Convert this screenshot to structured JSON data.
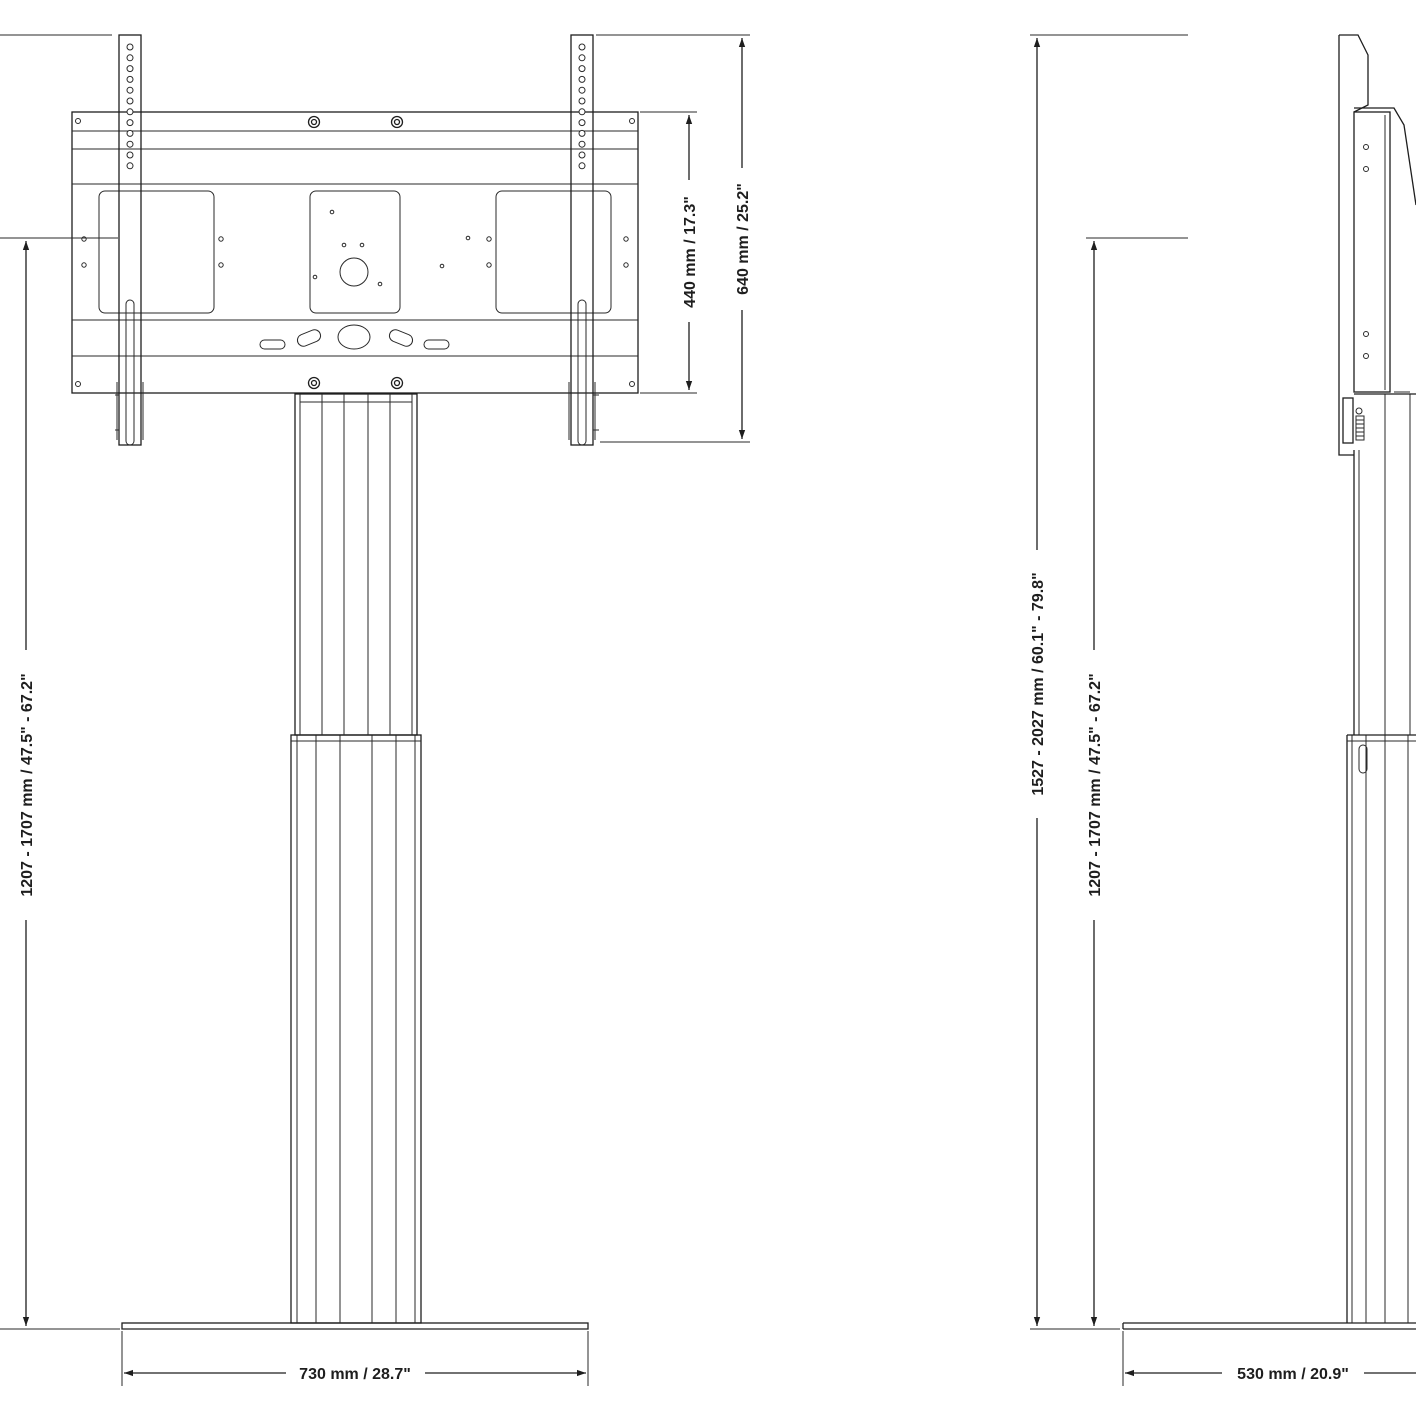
{
  "front_view": {
    "height_range": "1207 - 1707 mm / 47.5\" - 67.2\"",
    "vesa_height": "440 mm / 17.3\"",
    "bracket_height": "640 mm / 25.2\"",
    "base_width": "730 mm / 28.7\""
  },
  "side_view": {
    "overall_height": "1527 - 2027 mm / 60.1\" - 79.8\"",
    "height_range": "1207 - 1707 mm / 47.5\" - 67.2\"",
    "base_depth": "530 mm / 20.9\""
  }
}
